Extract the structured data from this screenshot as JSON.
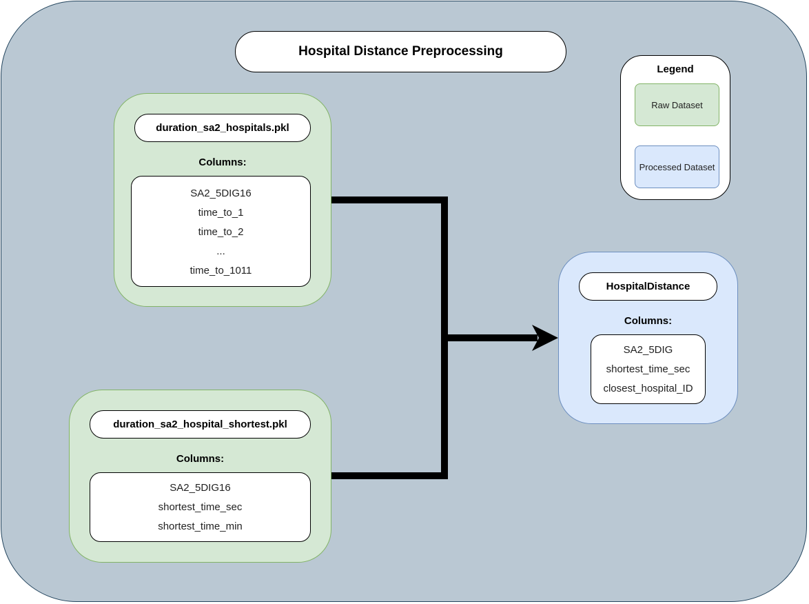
{
  "title": "Hospital Distance Preprocessing",
  "colors": {
    "background": "#bac8d3",
    "border": "#23445d",
    "raw": "#d5e8d4",
    "raw_border": "#82b366",
    "processed": "#dae8fc",
    "processed_border": "#6c8ebf",
    "connector": "#000000"
  },
  "legend": {
    "title": "Legend",
    "raw_label": "Raw Dataset",
    "processed_label": "Processed Dataset"
  },
  "datasets": [
    {
      "name": "duration_sa2_hospitals.pkl",
      "kind": "raw",
      "columns_label": "Columns:",
      "columns": [
        "SA2_5DIG16",
        "time_to_1",
        "time_to_2",
        "...",
        "time_to_1011"
      ]
    },
    {
      "name": "duration_sa2_hospital_shortest.pkl",
      "kind": "raw",
      "columns_label": "Columns:",
      "columns": [
        "SA2_5DIG16",
        "shortest_time_sec",
        "shortest_time_min"
      ]
    },
    {
      "name": "HospitalDistance",
      "kind": "processed",
      "columns_label": "Columns:",
      "columns": [
        "SA2_5DIG",
        "shortest_time_sec",
        "closest_hospital_ID"
      ]
    }
  ],
  "edges": [
    {
      "from": "duration_sa2_hospitals.pkl",
      "to": "HospitalDistance"
    },
    {
      "from": "duration_sa2_hospital_shortest.pkl",
      "to": "HospitalDistance"
    }
  ]
}
